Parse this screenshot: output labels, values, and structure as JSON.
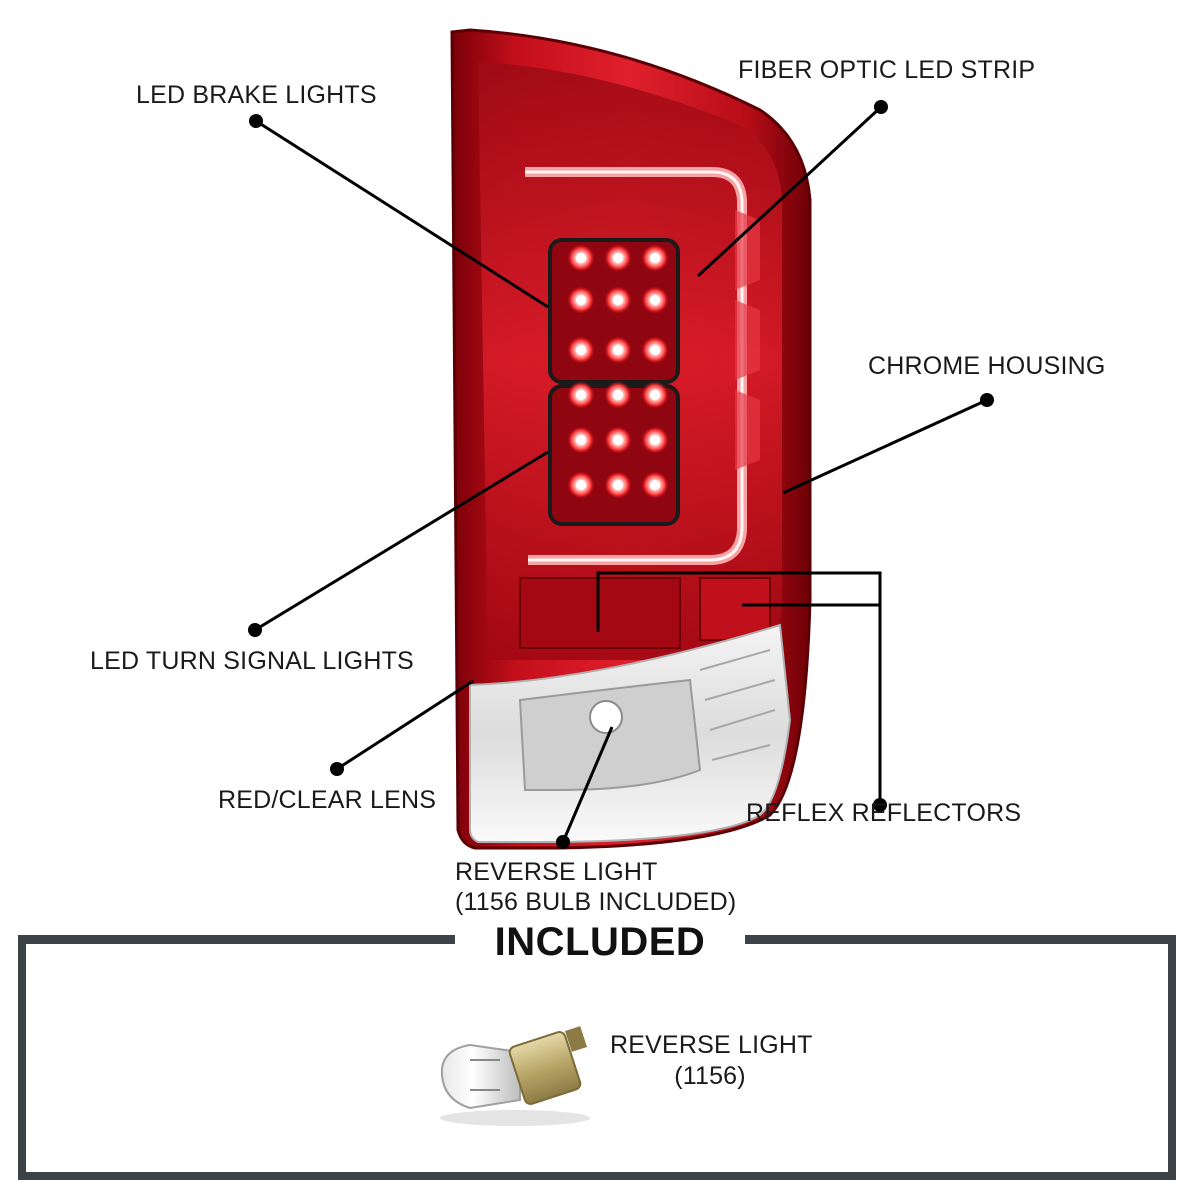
{
  "labels": {
    "brake": "LED BRAKE LIGHTS",
    "fiber": "FIBER OPTIC LED STRIP",
    "chrome": "CHROME HOUSING",
    "turn": "LED TURN SIGNAL LIGHTS",
    "lens": "RED/CLEAR LENS",
    "reflex": "REFLEX REFLECTORS",
    "reverse_line1": "REVERSE LIGHT",
    "reverse_line2": "(1156 BULB INCLUDED)"
  },
  "included": {
    "title": "INCLUDED",
    "item_line1": "REVERSE LIGHT",
    "item_line2": "(1156)"
  },
  "colors": {
    "lens_red": "#c8101e",
    "frame": "#3d4247",
    "leader": "#000000"
  }
}
